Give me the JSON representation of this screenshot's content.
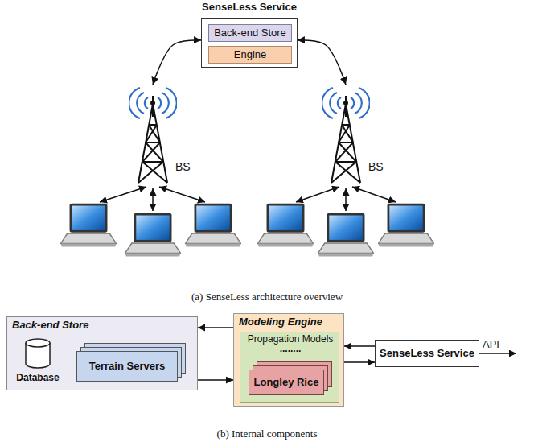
{
  "diagram": {
    "nodes": [
      {
        "text": [
          "SenseLess Service"
        ]
      },
      {
        "text": [
          "Back-end Store"
        ],
        "in": 0
      },
      {
        "text": [
          "Engine"
        ],
        "in": 0
      },
      {
        "text": [
          "BS"
        ]
      },
      {
        "text": [
          "BS"
        ]
      },
      {
        "text": [
          "Back-end Store"
        ]
      },
      {
        "text": [
          "Database"
        ],
        "in": 5
      },
      {
        "text": [
          "Terrain Servers"
        ],
        "in": 5
      },
      {
        "text": [
          "Modeling Engine"
        ]
      },
      {
        "text": [
          "Propagation Models",
          "........"
        ],
        "in": 8
      },
      {
        "text": [
          "Longley Rice"
        ],
        "in": 9
      },
      {
        "text": [
          "SenseLess Service"
        ]
      }
    ],
    "edges": [
      {
        "from": 0,
        "to": 3,
        "arrow": "both"
      },
      {
        "from": 0,
        "to": 4,
        "arrow": "both"
      },
      {
        "from": 8,
        "to": 5,
        "arrow": "to"
      },
      {
        "from": 5,
        "to": 8,
        "arrow": "to"
      },
      {
        "from": 11,
        "to": 8,
        "arrow": "to"
      },
      {
        "from": 8,
        "to": 11,
        "arrow": "to"
      }
    ],
    "labels": [
      "API",
      "(a) SenseLess architecture overview",
      "(b) Internal components"
    ]
  }
}
